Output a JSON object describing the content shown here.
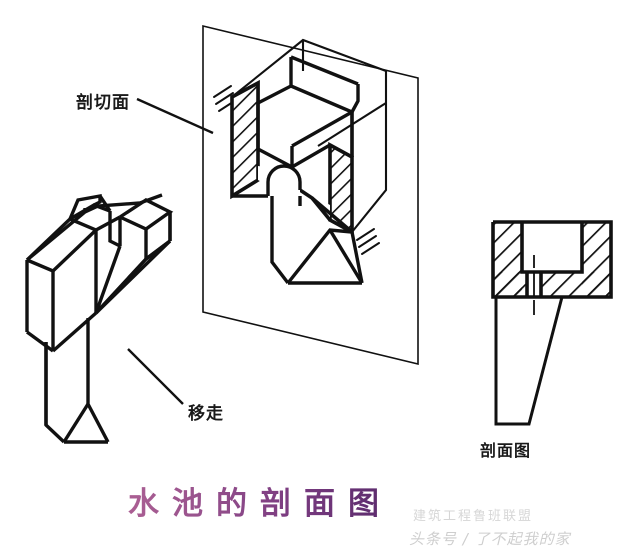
{
  "title": "水池的剖面图",
  "background_color": "#ffffff",
  "line_color": "#111111",
  "labels": {
    "cutting_plane": "剖切面",
    "removed": "移走",
    "section_view": "剖面图"
  },
  "title_colors": {
    "start": "#ab5f93",
    "end": "#5a2b6c"
  },
  "watermarks": {
    "organization": "建筑工程鲁班联盟",
    "account": "头条号 / 了不起我的家"
  },
  "diagram": {
    "type": "engineering-section-drawing",
    "figure_count": 3,
    "figures": [
      {
        "name": "removed-half-isometric",
        "description": "移走的半个水池轴测图",
        "position": "left"
      },
      {
        "name": "cut-object-isometric",
        "description": "被剖切面剖开的水池轴测图",
        "position": "center"
      },
      {
        "name": "orthographic-section",
        "description": "水池剖面图（正投影）",
        "position": "right"
      }
    ]
  }
}
